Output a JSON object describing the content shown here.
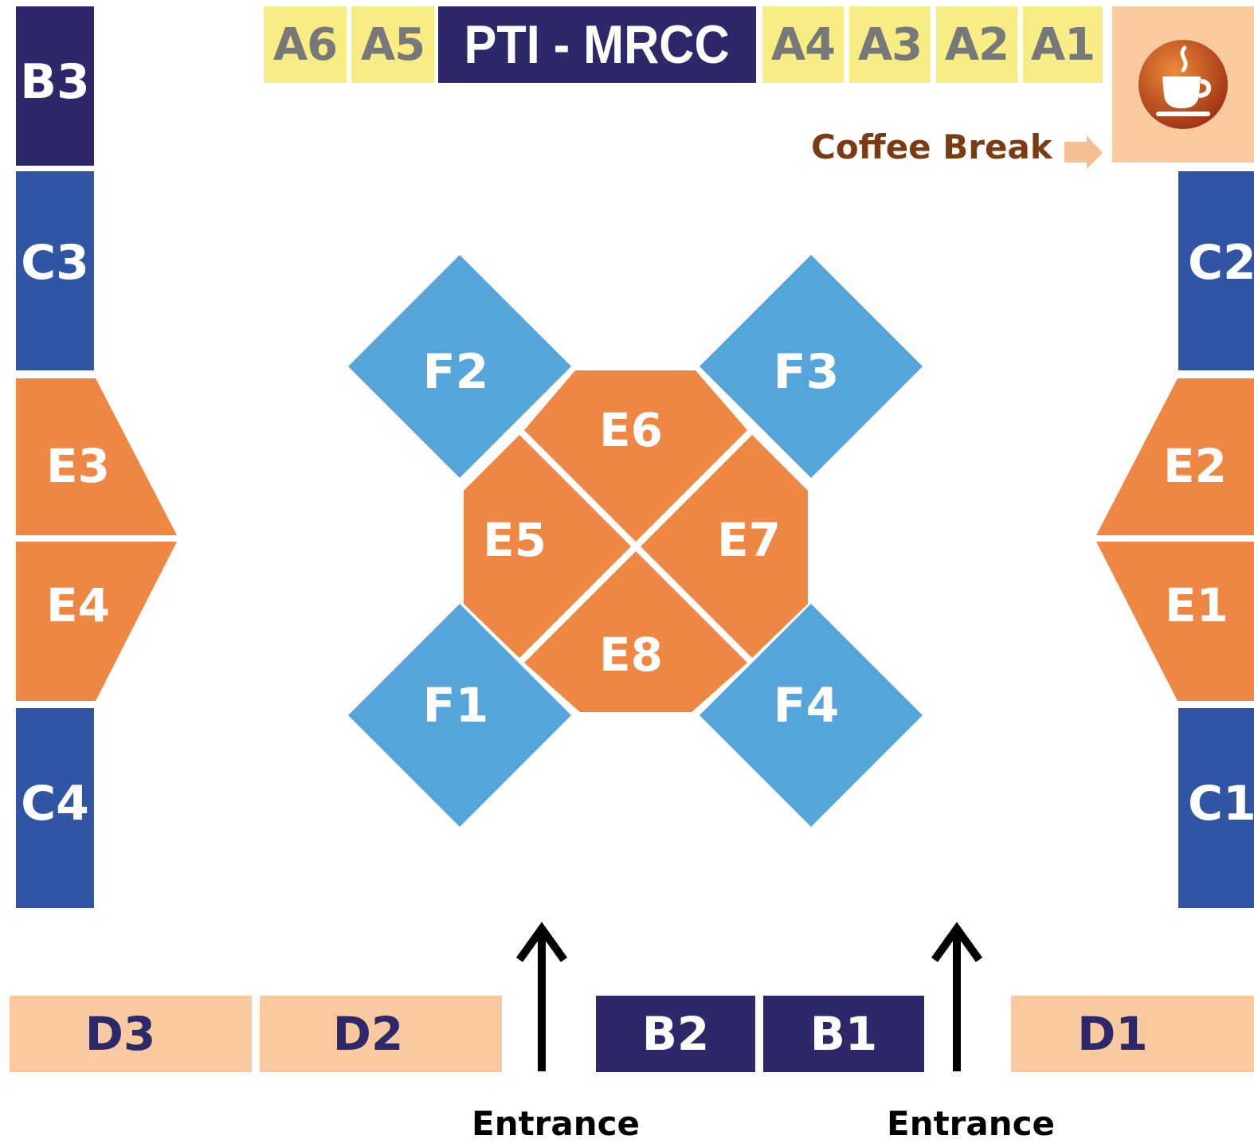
{
  "top_row": {
    "a6": "A6",
    "a5": "A5",
    "pti_mrcc": "PTI - MRCC",
    "a4": "A4",
    "a3": "A3",
    "a2": "A2",
    "a1": "A1"
  },
  "left_column": {
    "b3": "B3",
    "c3": "C3",
    "e3": "E3",
    "e4": "E4",
    "c4": "C4"
  },
  "right_column": {
    "c2": "C2",
    "e2": "E2",
    "e1": "E1",
    "c1": "C1"
  },
  "center": {
    "f2": "F2",
    "f3": "F3",
    "f1": "F1",
    "f4": "F4",
    "e6": "E6",
    "e5": "E5",
    "e7": "E7",
    "e8": "E8"
  },
  "bottom_row": {
    "d3": "D3",
    "d2": "D2",
    "b2": "B2",
    "b1": "B1",
    "d1": "D1"
  },
  "coffee_break": {
    "label": "Coffee Break",
    "icon": "coffee-cup-icon"
  },
  "entrances": {
    "left": "Entrance",
    "right": "Entrance",
    "icon": "up-arrow-icon"
  },
  "colors": {
    "yellow_stand": "#f8ec84",
    "navy_stand": "#2c2869",
    "royal_stand": "#2f55a4",
    "orange_stand": "#ee8743",
    "light_blue_stand": "#56a5da",
    "peach_stand": "#f9ca9f",
    "coffee_text": "#7a3b12"
  }
}
